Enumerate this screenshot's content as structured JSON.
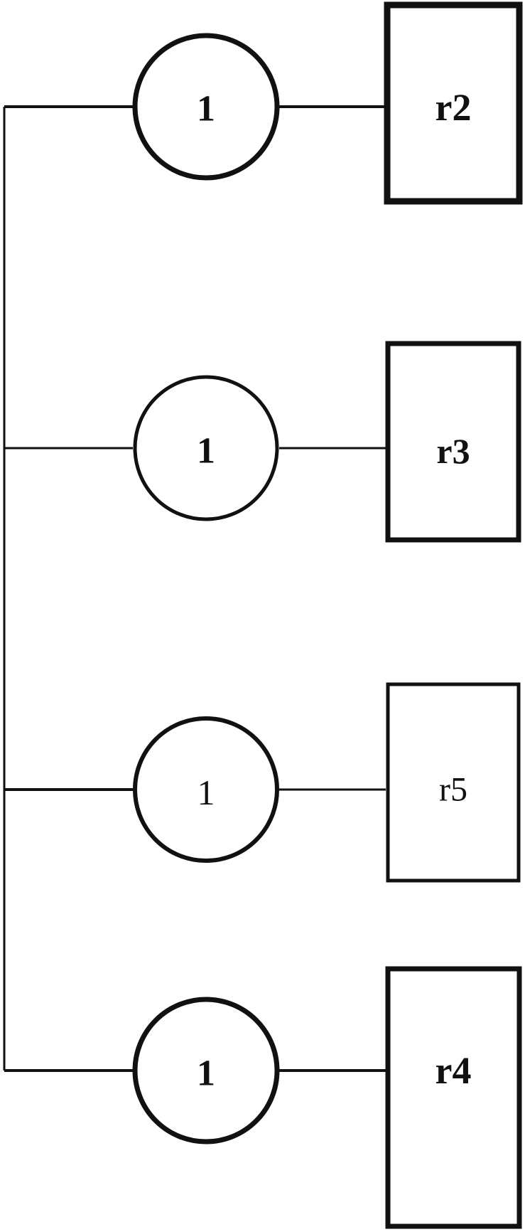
{
  "diagram": {
    "rows": [
      {
        "circle_label": "1",
        "box_label": "r2"
      },
      {
        "circle_label": "1",
        "box_label": "r3"
      },
      {
        "circle_label": "1",
        "box_label": "r5"
      },
      {
        "circle_label": "1",
        "box_label": "r4"
      }
    ]
  },
  "colors": {
    "stroke": "#111111",
    "background": "#ffffff"
  }
}
